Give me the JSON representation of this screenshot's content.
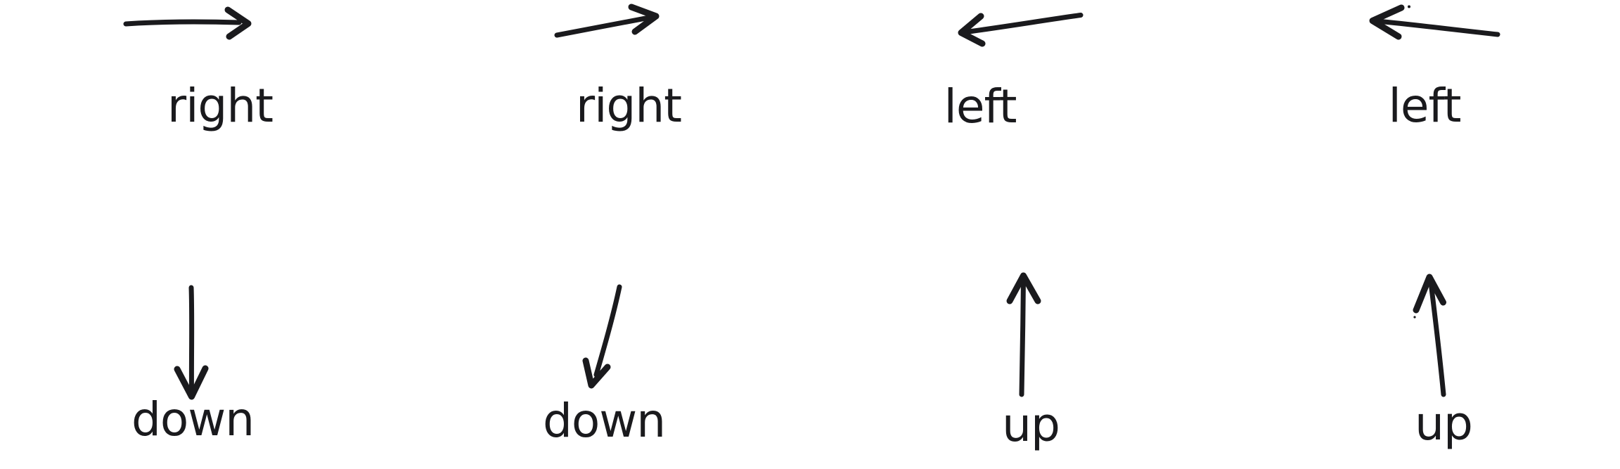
{
  "figure": {
    "background_color": "#ffffff",
    "ink_color": "#1a1a1d",
    "cells": [
      {
        "label": "right",
        "direction": "right",
        "arrow_style": "horizontal"
      },
      {
        "label": "right",
        "direction": "right",
        "arrow_style": "tilted-up"
      },
      {
        "label": "left",
        "direction": "left",
        "arrow_style": "tilted-down"
      },
      {
        "label": "left",
        "direction": "left",
        "arrow_style": "tilted-up"
      },
      {
        "label": "down",
        "direction": "down",
        "arrow_style": "vertical"
      },
      {
        "label": "down",
        "direction": "down",
        "arrow_style": "tilted-left"
      },
      {
        "label": "up",
        "direction": "up",
        "arrow_style": "vertical"
      },
      {
        "label": "up",
        "direction": "up",
        "arrow_style": "tilted-right"
      }
    ]
  }
}
